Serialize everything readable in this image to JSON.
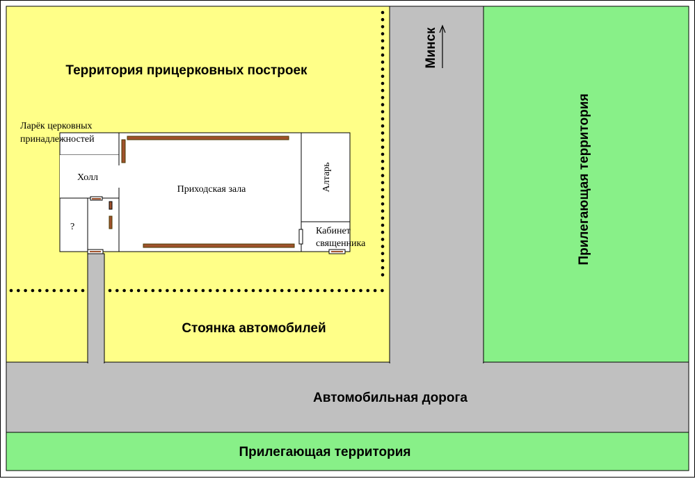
{
  "labels": {
    "church_territory": "Территория прицерковных построек",
    "parking": "Стоянка автомобилей",
    "road": "Автомобильная дорога",
    "adjacent_bottom": "Прилегающая территория",
    "adjacent_right": "Прилегающая территория",
    "minsk": "Минск",
    "shop": "Ларёк церковных",
    "shop_line2": "принадлежностей",
    "hall": "Холл",
    "unknown_room": "?",
    "main_hall": "Приходская зала",
    "altar": "Алтарь",
    "cabinet": "Кабинет",
    "cabinet_line2": "священника"
  },
  "colors": {
    "territory": "#ffff88",
    "road": "#c0c0c0",
    "adjacent": "#88f088",
    "building": "#ffffff",
    "bench_fill": "#a0522d",
    "bench_edge": "#4a3a00",
    "fence_dots": "#000000"
  },
  "icons": {
    "direction": "arrow-up-icon",
    "benches": "bench-icon",
    "doors": "door-icon"
  }
}
